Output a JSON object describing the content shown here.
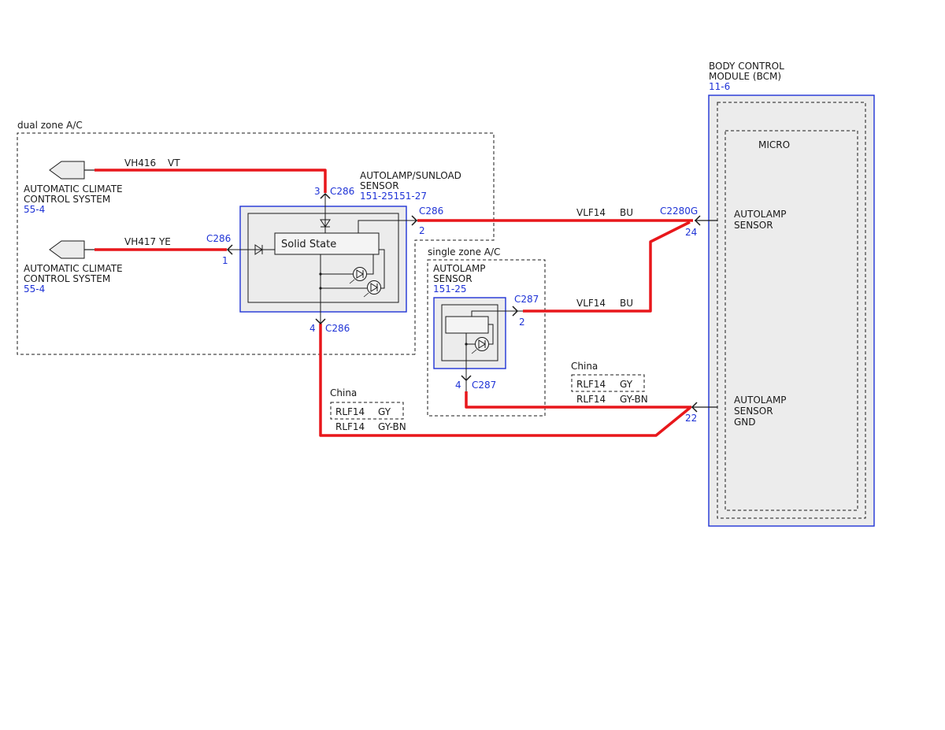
{
  "zones": {
    "dual": "dual zone A/C",
    "single": "single zone A/C"
  },
  "bcm": {
    "title_line1": "BODY CONTROL",
    "title_line2": "MODULE (BCM)",
    "ref": "11-6",
    "micro": "MICRO",
    "pin24_label_line1": "AUTOLAMP",
    "pin24_label_line2": "SENSOR",
    "pin22_label_line1": "AUTOLAMP",
    "pin22_label_line2": "SENSOR",
    "pin22_label_line3": "GND",
    "connector": "C2280G",
    "pin24": "24",
    "pin22": "22"
  },
  "acc_top": {
    "line1": "AUTOMATIC CLIMATE",
    "line2": "CONTROL SYSTEM",
    "ref": "55-4"
  },
  "acc_bottom": {
    "line1": "AUTOMATIC CLIMATE",
    "line2": "CONTROL SYSTEM",
    "ref": "55-4"
  },
  "sunload_sensor": {
    "line1": "AUTOLAMP/SUNLOAD",
    "line2": "SENSOR",
    "ref": "151-25151-27",
    "internal": "Solid State"
  },
  "autolamp_sensor": {
    "line1": "AUTOLAMP",
    "line2": "SENSOR",
    "ref": "151-25"
  },
  "connectors": {
    "c286_pin3_num": "3",
    "c286_pin3_name": "C286",
    "c286_pin1_name": "C286",
    "c286_pin1_num": "1",
    "c286_pin2_name": "C286",
    "c286_pin2_num": "2",
    "c286_pin4_num": "4",
    "c286_pin4_name": "C286",
    "c287_pin2_name": "C287",
    "c287_pin2_num": "2",
    "c287_pin4_num": "4",
    "c287_pin4_name": "C287"
  },
  "wires": {
    "vh416_circuit": "VH416",
    "vh416_color": "VT",
    "vh417": "VH417 YE",
    "vlf14_top_circuit": "VLF14",
    "vlf14_top_color": "BU",
    "vlf14_mid_circuit": "VLF14",
    "vlf14_mid_color": "BU"
  },
  "china_right": {
    "title": "China",
    "boxed_circuit": "RLF14",
    "boxed_color": "GY",
    "circuit": "RLF14",
    "color": "GY-BN"
  },
  "china_left": {
    "title": "China",
    "boxed_circuit": "RLF14",
    "boxed_color": "GY",
    "circuit": "RLF14",
    "color": "GY-BN"
  },
  "colors": {
    "wire": "#e8171b",
    "component_outline": "#1f33d6",
    "label_ref": "#1f33d6",
    "component_fill": "#ececec"
  }
}
